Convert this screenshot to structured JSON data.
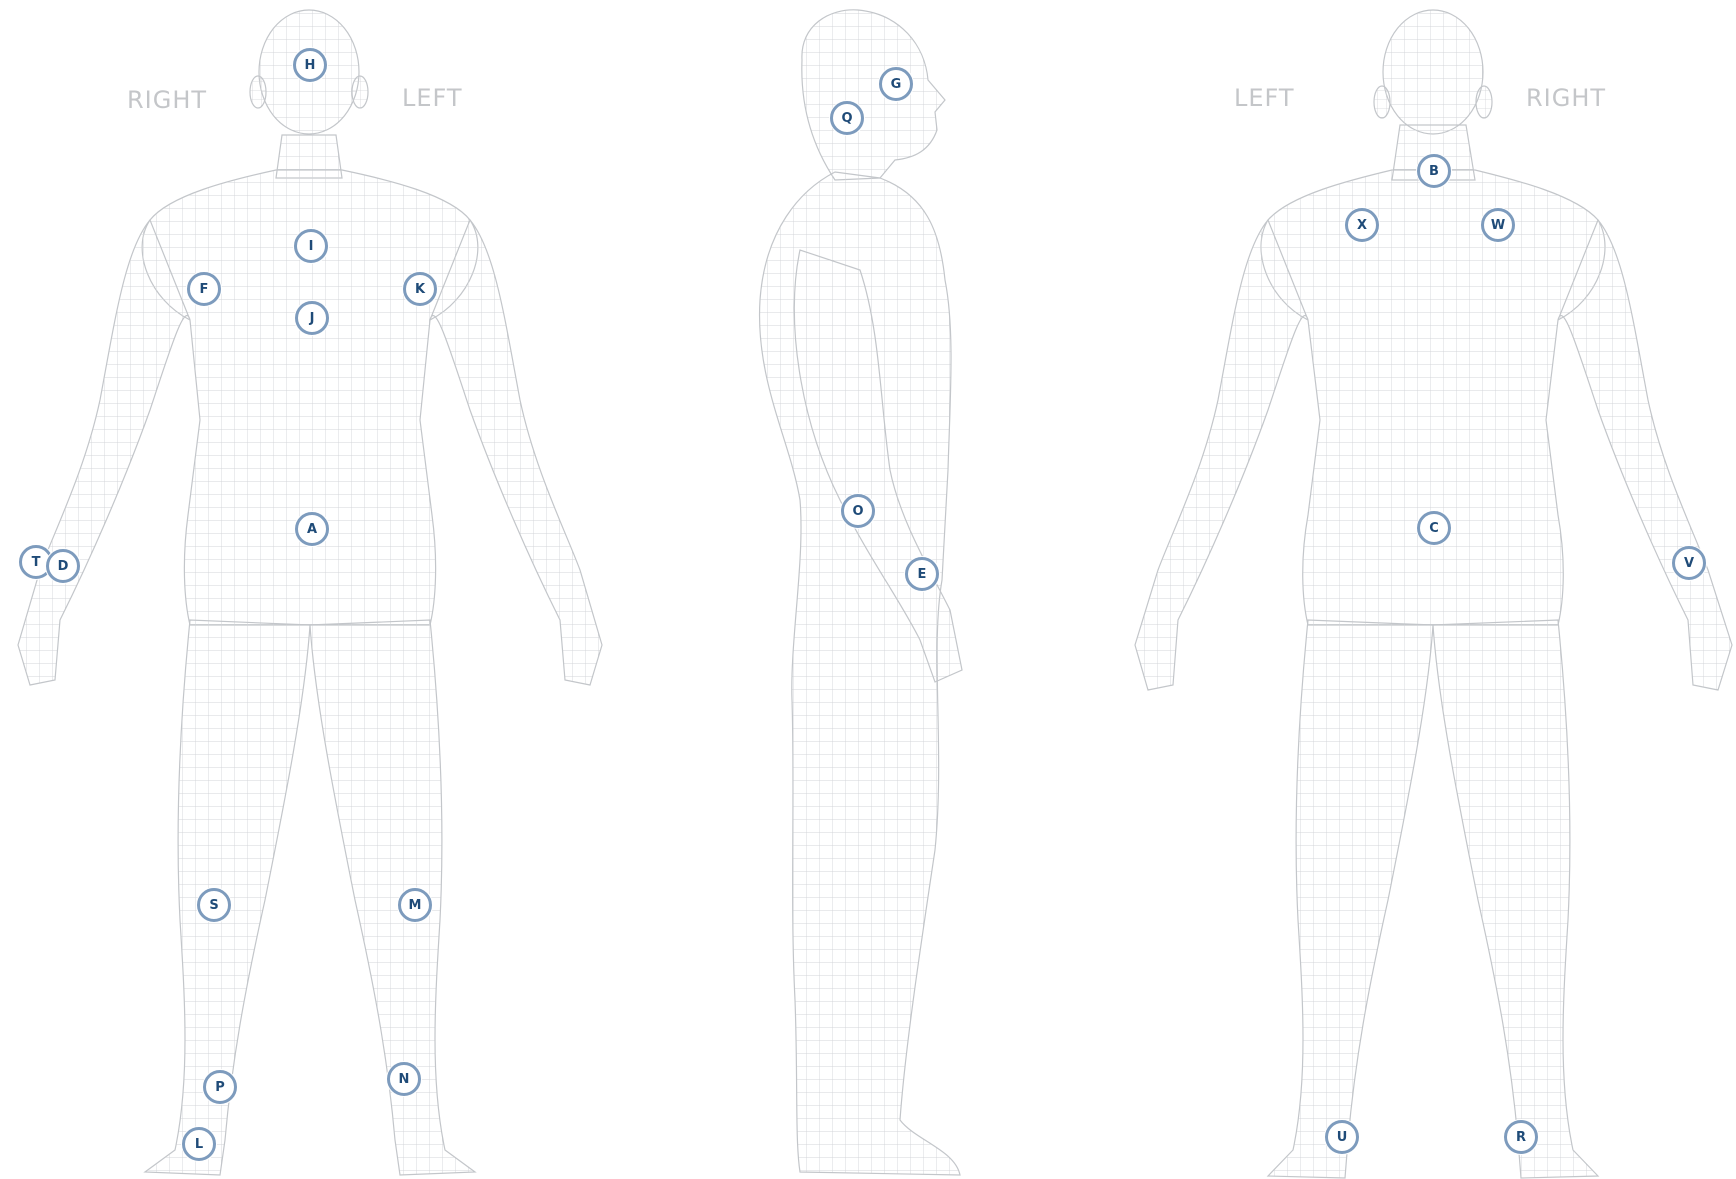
{
  "labels": {
    "front_right": "RIGHT",
    "front_left": "LEFT",
    "back_left": "LEFT",
    "back_right": "RIGHT"
  },
  "colors": {
    "mesh": "#d3d5d8",
    "outline": "#c3c6ca",
    "marker_ring": "#7d9bbd",
    "marker_text": "#1f4b78",
    "label": "#c4c6c9"
  },
  "markers": {
    "front": [
      "H",
      "I",
      "F",
      "K",
      "J",
      "A",
      "T",
      "D",
      "S",
      "M",
      "N",
      "P",
      "L"
    ],
    "side": [
      "G",
      "Q",
      "O",
      "E"
    ],
    "back": [
      "B",
      "X",
      "W",
      "C",
      "V",
      "U",
      "R"
    ]
  }
}
